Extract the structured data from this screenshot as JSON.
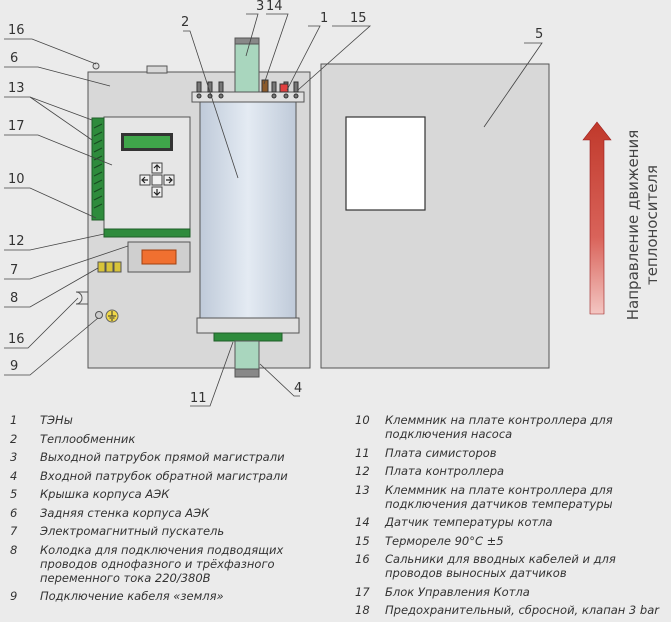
{
  "callouts": [
    "1",
    "2",
    "3",
    "4",
    "5",
    "6",
    "7",
    "8",
    "9",
    "10",
    "11",
    "12",
    "13",
    "14",
    "15",
    "16",
    "17"
  ],
  "flow_label_line1": "Направление движения",
  "flow_label_line2": "теплоносителя",
  "legend_left": [
    {
      "num": "1",
      "text": "ТЭНы"
    },
    {
      "num": "2",
      "text": "Теплообменник"
    },
    {
      "num": "3",
      "text": "Выходной патрубок прямой магистрали"
    },
    {
      "num": "4",
      "text": "Входной патрубок обратной магистрали"
    },
    {
      "num": "5",
      "text": "Крышка корпуса АЭК"
    },
    {
      "num": "6",
      "text": "Задняя стенка корпуса АЭК"
    },
    {
      "num": "7",
      "text": "Электромагнитный пускатель"
    },
    {
      "num": "8",
      "text": "Колодка для подключения подводящих проводов однофазного и трёхфазного переменного тока 220/380В"
    },
    {
      "num": "9",
      "text": "Подключение кабеля «земля»"
    }
  ],
  "legend_right": [
    {
      "num": "10",
      "text": "Клеммник на плате контроллера для подключения насоса"
    },
    {
      "num": "11",
      "text": "Плата симисторов"
    },
    {
      "num": "12",
      "text": "Плата контроллера"
    },
    {
      "num": "13",
      "text": "Клеммник на плате контроллера для подключения датчиков температуры"
    },
    {
      "num": "14",
      "text": "Датчик температуры котла"
    },
    {
      "num": "15",
      "text": "Терморeле 90°C ±5"
    },
    {
      "num": "16",
      "text": "Сальники для вводных кабелей и для проводов выносных датчиков"
    },
    {
      "num": "17",
      "text": "Блок Управления Котла"
    },
    {
      "num": "18",
      "text": "Предохранительный, сбросной, клапан 3 bar"
    }
  ],
  "colors": {
    "panel": "#d8d8d8",
    "outline": "#555555",
    "exchanger": "#cfd9e6",
    "pipe": "#a9d6be",
    "board": "#2e8b3c",
    "display": "#3fa54a",
    "relay": "#f07030",
    "arrow": "#b22222"
  }
}
